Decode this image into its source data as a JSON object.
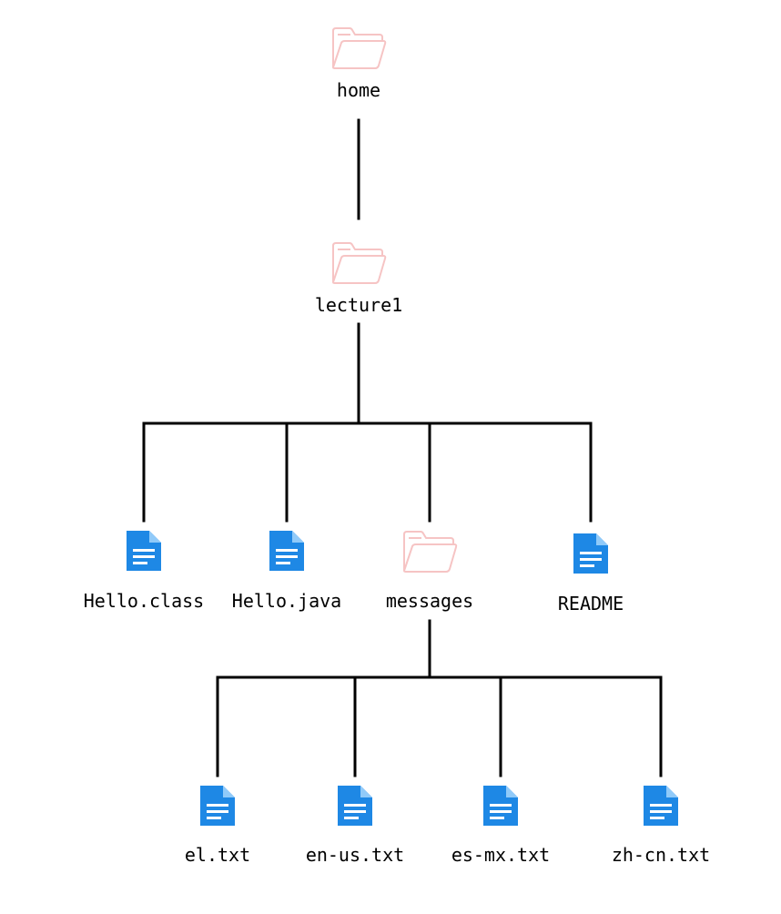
{
  "colors": {
    "folder_stroke": "#f6c4c4",
    "file_fill": "#1e88e5",
    "file_fold": "#90caf9",
    "file_lines": "#ffffff",
    "edge": "#000000",
    "label": "#000000"
  },
  "tree": {
    "nodes": [
      {
        "id": "home",
        "label": "home",
        "type": "folder",
        "icon": "folder-icon",
        "parent": null
      },
      {
        "id": "lecture1",
        "label": "lecture1",
        "type": "folder",
        "icon": "folder-icon",
        "parent": "home"
      },
      {
        "id": "hello-class",
        "label": "Hello.class",
        "type": "file",
        "icon": "file-icon",
        "parent": "lecture1"
      },
      {
        "id": "hello-java",
        "label": "Hello.java",
        "type": "file",
        "icon": "file-icon",
        "parent": "lecture1"
      },
      {
        "id": "messages",
        "label": "messages",
        "type": "folder",
        "icon": "folder-icon",
        "parent": "lecture1"
      },
      {
        "id": "readme",
        "label": "README",
        "type": "file",
        "icon": "file-icon",
        "parent": "lecture1"
      },
      {
        "id": "el-txt",
        "label": "el.txt",
        "type": "file",
        "icon": "file-icon",
        "parent": "messages"
      },
      {
        "id": "en-us-txt",
        "label": "en-us.txt",
        "type": "file",
        "icon": "file-icon",
        "parent": "messages"
      },
      {
        "id": "es-mx-txt",
        "label": "es-mx.txt",
        "type": "file",
        "icon": "file-icon",
        "parent": "messages"
      },
      {
        "id": "zh-cn-txt",
        "label": "zh-cn.txt",
        "type": "file",
        "icon": "file-icon",
        "parent": "messages"
      }
    ]
  }
}
